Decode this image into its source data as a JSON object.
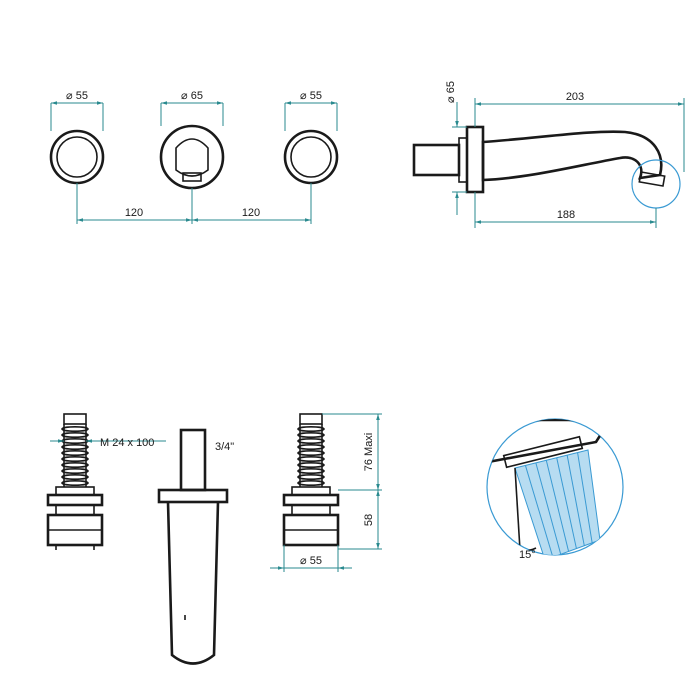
{
  "dimensions": {
    "left_handle_dia": "⌀ 55",
    "center_outlet_dia": "⌀ 65",
    "right_handle_dia": "⌀ 55",
    "spacing_left": "120",
    "spacing_right": "120",
    "spout_flange_dia": "⌀ 65",
    "spout_total_length": "203",
    "spout_projection": "188",
    "thread_spec": "M  24  x 100",
    "pipe_thread": "3/4\"",
    "max_depth": "76  Maxi",
    "body_height": "58",
    "bottom_dia": "⌀ 55",
    "spray_angle": "15°"
  },
  "colors": {
    "ink": "#1a1a1a",
    "dimension": "#2a8a8f",
    "spray": "#b7dcf1",
    "spray_edge": "#3a9ad3"
  }
}
